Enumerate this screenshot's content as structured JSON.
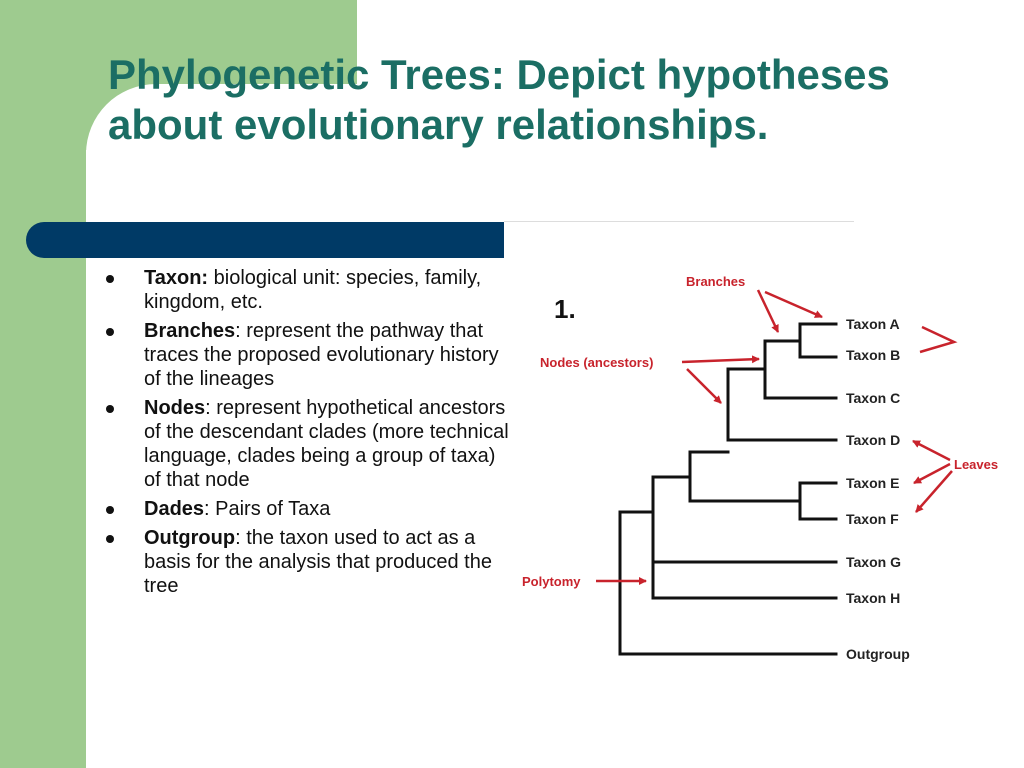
{
  "title": {
    "line1": "Phylogenetic Trees: Depict hypotheses",
    "line2": "about evolutionary relationships."
  },
  "bullets": [
    {
      "term": "Taxon:",
      "text": " biological unit: species, family, kingdom, etc."
    },
    {
      "term": "Branches",
      "text": ": represent the pathway that traces the proposed evolutionary history of the lineages"
    },
    {
      "term": "Nodes",
      "text": ": represent hypothetical ancestors of the descendant clades (more technical language, clades being a group of taxa) of that node"
    },
    {
      "term": "Dades",
      "text": ": Pairs of Taxa"
    },
    {
      "term": "Outgroup",
      "text": ": the taxon used to act as a basis for the analysis that produced the tree"
    }
  ],
  "diagram": {
    "number": "1.",
    "annotations": {
      "branches": "Branches",
      "nodes": "Nodes (ancestors)",
      "leaves": "Leaves",
      "polytomy": "Polytomy"
    },
    "taxa": [
      "Taxon A",
      "Taxon B",
      "Taxon C",
      "Taxon D",
      "Taxon E",
      "Taxon F",
      "Taxon G",
      "Taxon H",
      "Outgroup"
    ],
    "colors": {
      "tree": "#111111",
      "annotation": "#c8232c"
    }
  }
}
